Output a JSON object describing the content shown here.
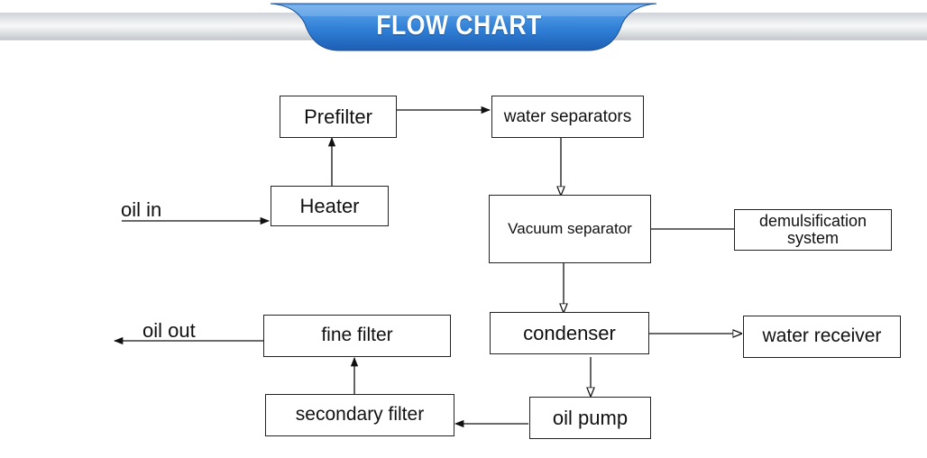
{
  "banner": {
    "title": "FLOW CHART",
    "accent": "#2f7fd6"
  },
  "nodes": {
    "prefilter": "Prefilter",
    "water_separators": "water separators",
    "heater": "Heater",
    "vacuum_separator": "Vacuum separator",
    "demulsification": "demulsification system",
    "condenser": "condenser",
    "water_receiver": "water receiver",
    "fine_filter": "fine filter",
    "secondary_filter": "secondary filter",
    "oil_pump": "oil pump"
  },
  "labels": {
    "oil_in": "oil in",
    "oil_out": "oil out"
  }
}
